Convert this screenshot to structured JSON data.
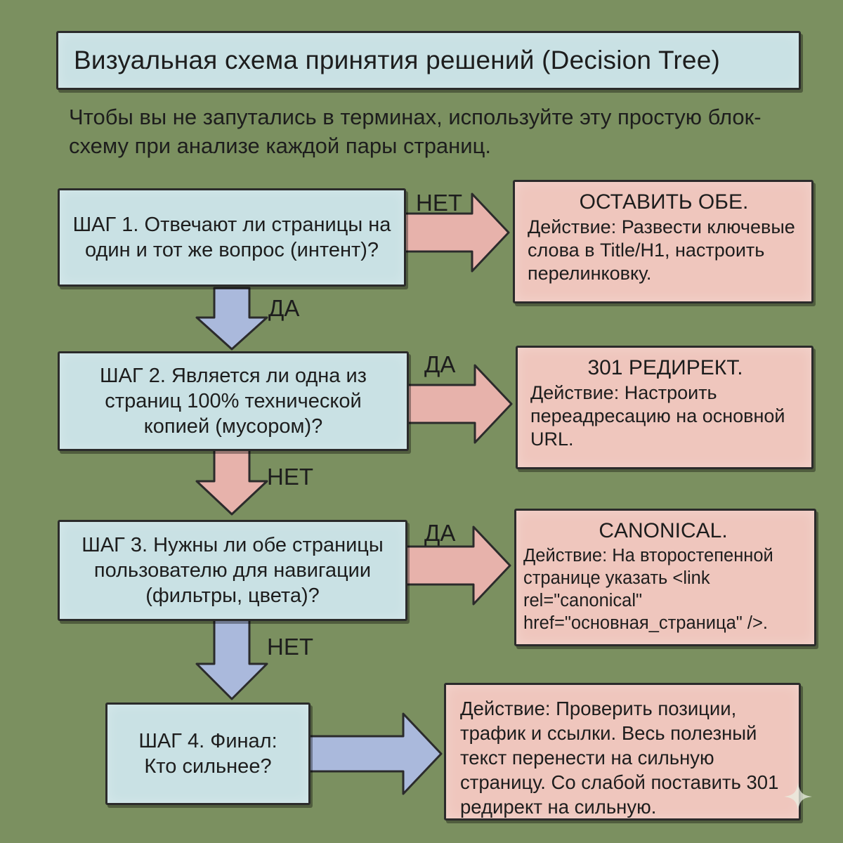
{
  "title": "Визуальная схема принятия решений (Decision Tree)",
  "subtitle": "Чтобы вы не запутались в терминах, используйте эту простую блок-схему при анализе каждой пары страниц.",
  "steps": [
    {
      "text": "ШАГ 1. Отвечают ли страницы на один и тот же вопрос (интент)?",
      "side_label": "НЕТ",
      "down_label": "ДА"
    },
    {
      "text": "ШАГ 2. Является ли одна из страниц 100% технической копией (мусором)?",
      "side_label": "ДА",
      "down_label": "НЕТ"
    },
    {
      "text": "ШАГ 3. Нужны ли обе страницы пользователю для навигации (фильтры, цвета)?",
      "side_label": "ДА",
      "down_label": "НЕТ"
    },
    {
      "text": "ШАГ 4. Финал: Кто сильнее?"
    }
  ],
  "results": [
    {
      "head": "ОСТАВИТЬ ОБЕ.",
      "body": "Действие: Развести ключевые слова в Title/H1, настроить перелинковку."
    },
    {
      "head": "301 РЕДИРЕКТ.",
      "body": "Действие: Настроить переадресацию на основной URL."
    },
    {
      "head": "CANONICAL.",
      "body": "Действие: На второстепенной странице указать <link rel=\"canonical\" href=\"основная_страница\" />."
    },
    {
      "head": "",
      "body": "Действие: Проверить позиции, трафик и ссылки. Весь полезный текст перенести на сильную страницу. Со слабой поставить 301 редирект на сильную."
    }
  ],
  "colors": {
    "background": "#7b9060",
    "question_box": "#c9e1e4",
    "result_box": "#efc6bd",
    "arrow_blue": "#aab9dc",
    "arrow_pink": "#e7b2ab"
  }
}
